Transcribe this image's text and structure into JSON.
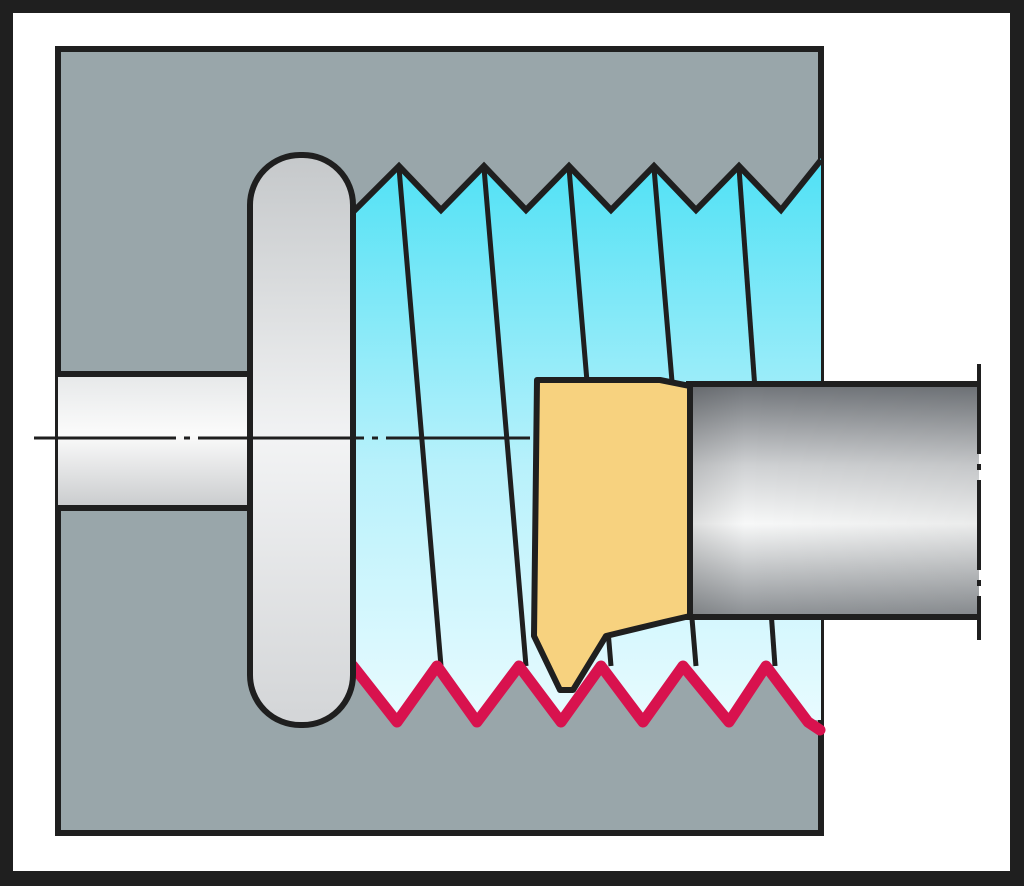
{
  "diagram": {
    "kind": "internal-thread-turning-illustration",
    "text_labels": [],
    "colors": {
      "frame": "#1f1f1f",
      "background": "#ffffff",
      "workpiece": "#99a6aa",
      "outline": "#1f1f1f",
      "thread_fill_top": "#4fe1f5",
      "thread_fill_bottom": "#e8fbff",
      "thread_profile": "#d8124e",
      "insert": "#f7d27f",
      "bore_light": "#f3f4f5",
      "bore_dark": "#8c8f92",
      "holder_light": "#f4f5f6",
      "holder_dark": "#7b7f84"
    },
    "components": [
      {
        "name": "workpiece-body",
        "icon": "block"
      },
      {
        "name": "undercut-groove",
        "icon": "groove"
      },
      {
        "name": "thread-region",
        "icon": "thread-helix"
      },
      {
        "name": "thread-profile",
        "icon": "zigzag"
      },
      {
        "name": "threading-insert",
        "icon": "insert"
      },
      {
        "name": "boring-bar",
        "icon": "cylinder"
      },
      {
        "name": "centerline",
        "icon": "dash-dot-line"
      }
    ]
  }
}
